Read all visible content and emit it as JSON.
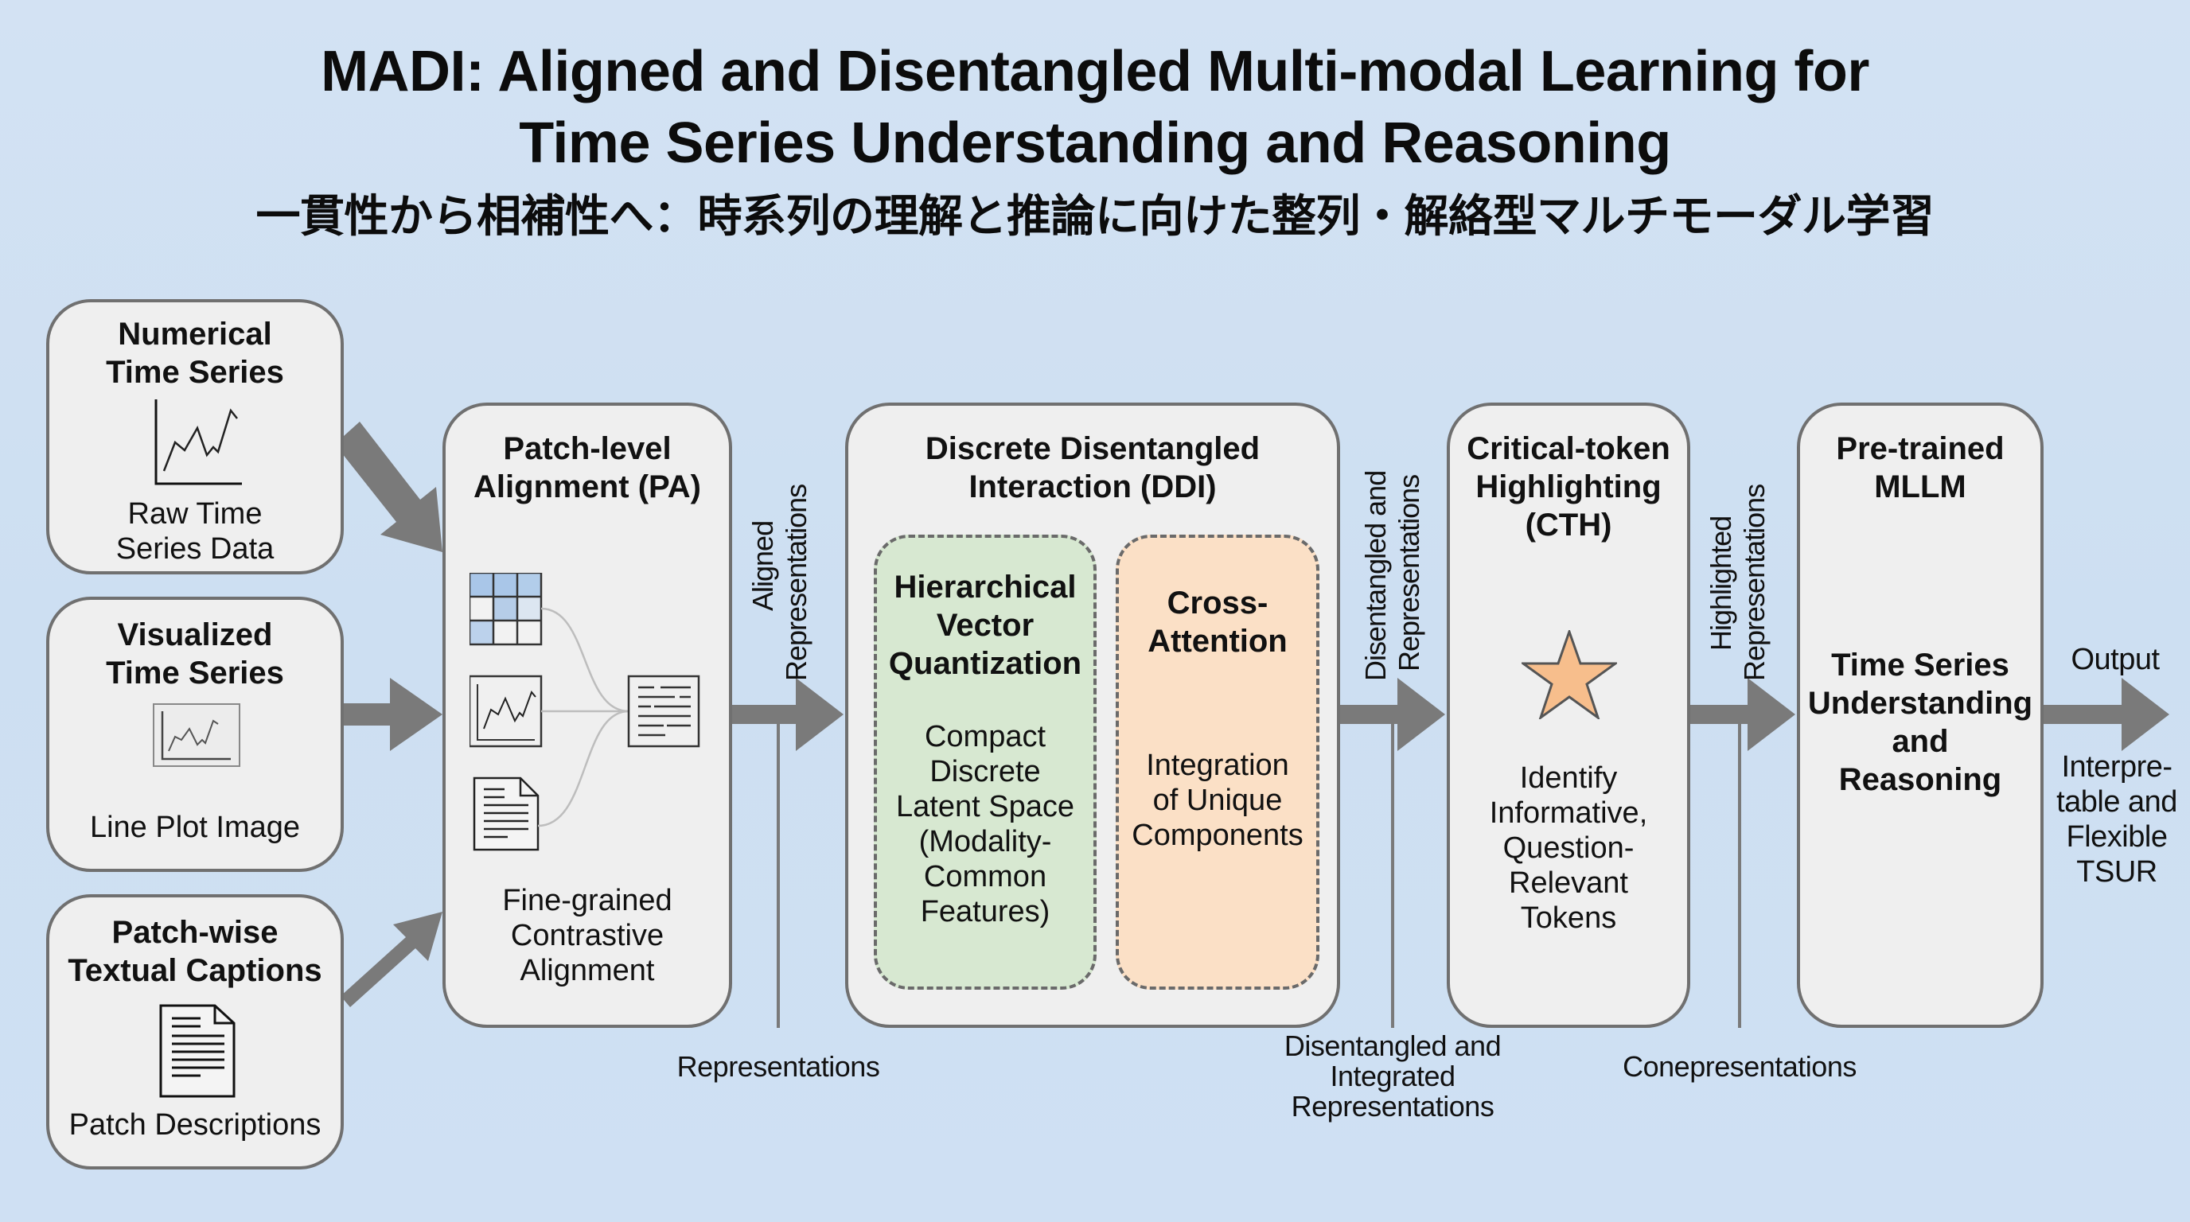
{
  "title": {
    "line1": "MADI: Aligned and Disentangled Multi-modal Learning for",
    "line2": "Time Series Understanding and Reasoning",
    "japanese": "一貫性から相補性へ：時系列の理解と推論に向けた整列・解絡型マルチモーダル学習"
  },
  "inputs": [
    {
      "title_line1": "Numerical",
      "title_line2": "Time Series",
      "icon": "line-chart-icon",
      "caption_line1": "Raw Time",
      "caption_line2": "Series Data"
    },
    {
      "title_line1": "Visualized",
      "title_line2": "Time Series",
      "icon": "line-plot-image-icon",
      "caption_line1": "Line Plot Image",
      "caption_line2": ""
    },
    {
      "title_line1": "Patch-wise",
      "title_line2": "Textual Captions",
      "icon": "document-icon",
      "caption_line1": "Patch Descriptions",
      "caption_line2": ""
    }
  ],
  "pa": {
    "title_line1": "Patch-level",
    "title_line2": "Alignment (PA)",
    "desc_line1": "Fine-grained",
    "desc_line2": "Contrastive",
    "desc_line3": "Alignment"
  },
  "ddi": {
    "title_line1": "Discrete Disentangled",
    "title_line2": "Interaction (DDI)",
    "hvq": {
      "title_line1": "Hierarchical",
      "title_line2": "Vector",
      "title_line3": "Quantization",
      "desc": [
        "Compact",
        "Discrete",
        "Latent Space",
        "(Modality-",
        "Common",
        "Features)"
      ]
    },
    "cross": {
      "title_line1": "Cross-",
      "title_line2": "Attention",
      "desc": [
        "Integration",
        "of Unique",
        "Components"
      ]
    }
  },
  "cth": {
    "title_line1": "Critical-token",
    "title_line2": "Highlighting",
    "title_line3": "(CTH)",
    "desc": [
      "Identify",
      "Informative,",
      "Question-",
      "Relevant",
      "Tokens"
    ]
  },
  "mllm": {
    "title_line1": "Pre-trained",
    "title_line2": "MLLM",
    "desc": [
      "Time Series",
      "Understanding",
      "and",
      "Reasoning"
    ]
  },
  "connectors": {
    "pa_ddi": {
      "v_line1": "Aligned",
      "v_line2": "Representations",
      "bottom": "Representations"
    },
    "ddi_cth": {
      "v_line1": "Disentangled and",
      "v_line2": "Representations",
      "bottom": [
        "Disentangled and",
        "Integrated",
        "Representations"
      ]
    },
    "cth_mllm": {
      "v_line1": "Highlighted",
      "v_line2": "Representations",
      "bottom": "Conepresentations"
    },
    "output": {
      "label": "Output",
      "desc": [
        "Interpre-",
        "table and",
        "Flexible",
        "TSUR"
      ]
    }
  },
  "colors": {
    "background": "#cfe0f3",
    "box_fill": "#efefef",
    "box_border": "#707070",
    "arrow": "#7a7a7a",
    "hvq_fill": "#d7e8d1",
    "cross_fill": "#fbe0c6",
    "star_fill": "#f7be8c",
    "grid_cell_blue": "#a9c6e8"
  }
}
